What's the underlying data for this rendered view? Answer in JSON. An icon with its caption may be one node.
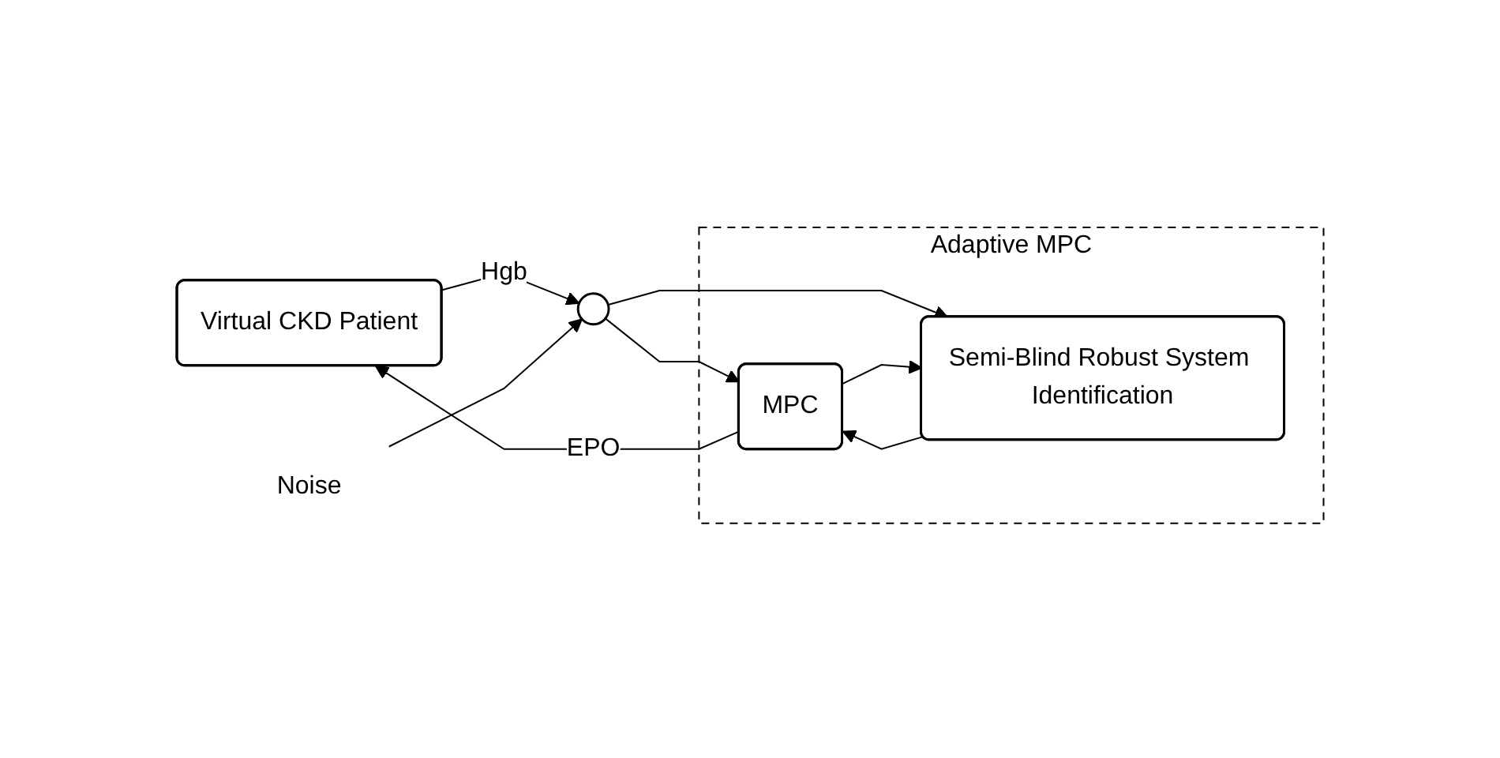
{
  "diagram": {
    "nodes": [
      {
        "text": [
          "Virtual CKD Patient"
        ]
      },
      {
        "text": [],
        "shape": "circle"
      },
      {
        "text": [
          "Noise"
        ]
      },
      {
        "text": [
          "Adaptive MPC"
        ]
      },
      {
        "text": [
          "MPC"
        ],
        "in": 3
      },
      {
        "text": [
          "Semi-Blind Robust System Identification"
        ],
        "in": 3
      }
    ],
    "edges": [
      {
        "from": 4,
        "to": 0,
        "arrow": "to",
        "label": "EPO"
      },
      {
        "from": 0,
        "to": 1,
        "arrow": "to",
        "label": "Hgb"
      },
      {
        "from": 2,
        "to": 1,
        "arrow": "to"
      },
      {
        "from": 1,
        "to": 4,
        "arrow": "to"
      },
      {
        "from": 1,
        "to": 5,
        "arrow": "to"
      },
      {
        "from": 5,
        "to": 4,
        "arrow": "to"
      },
      {
        "from": 4,
        "to": 5,
        "arrow": "to"
      }
    ]
  }
}
